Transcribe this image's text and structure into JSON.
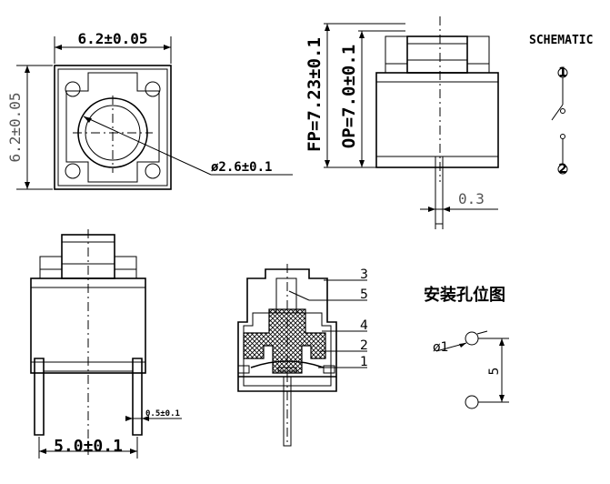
{
  "top_view": {
    "width_dim": "6.2±0.05",
    "height_dim": "6.2±0.05",
    "diameter_dim": "ø2.6±0.1"
  },
  "side_view": {
    "fp_dim": "FP=7.23±0.1",
    "op_dim": "OP=7.0±0.1",
    "pin_width_dim": "0.3"
  },
  "schematic": {
    "title": "SCHEMATIC",
    "terminal_1": "1",
    "terminal_2": "2"
  },
  "front_view": {
    "pin_spacing_dim": "5.0±0.1",
    "pin_thickness_dim": "0.5±0.1"
  },
  "section_view": {
    "callouts": [
      "3",
      "5",
      "4",
      "2",
      "1"
    ]
  },
  "mounting_holes": {
    "title": "安装孔位图",
    "hole_dim": "ø1",
    "spacing_dim": "5"
  }
}
